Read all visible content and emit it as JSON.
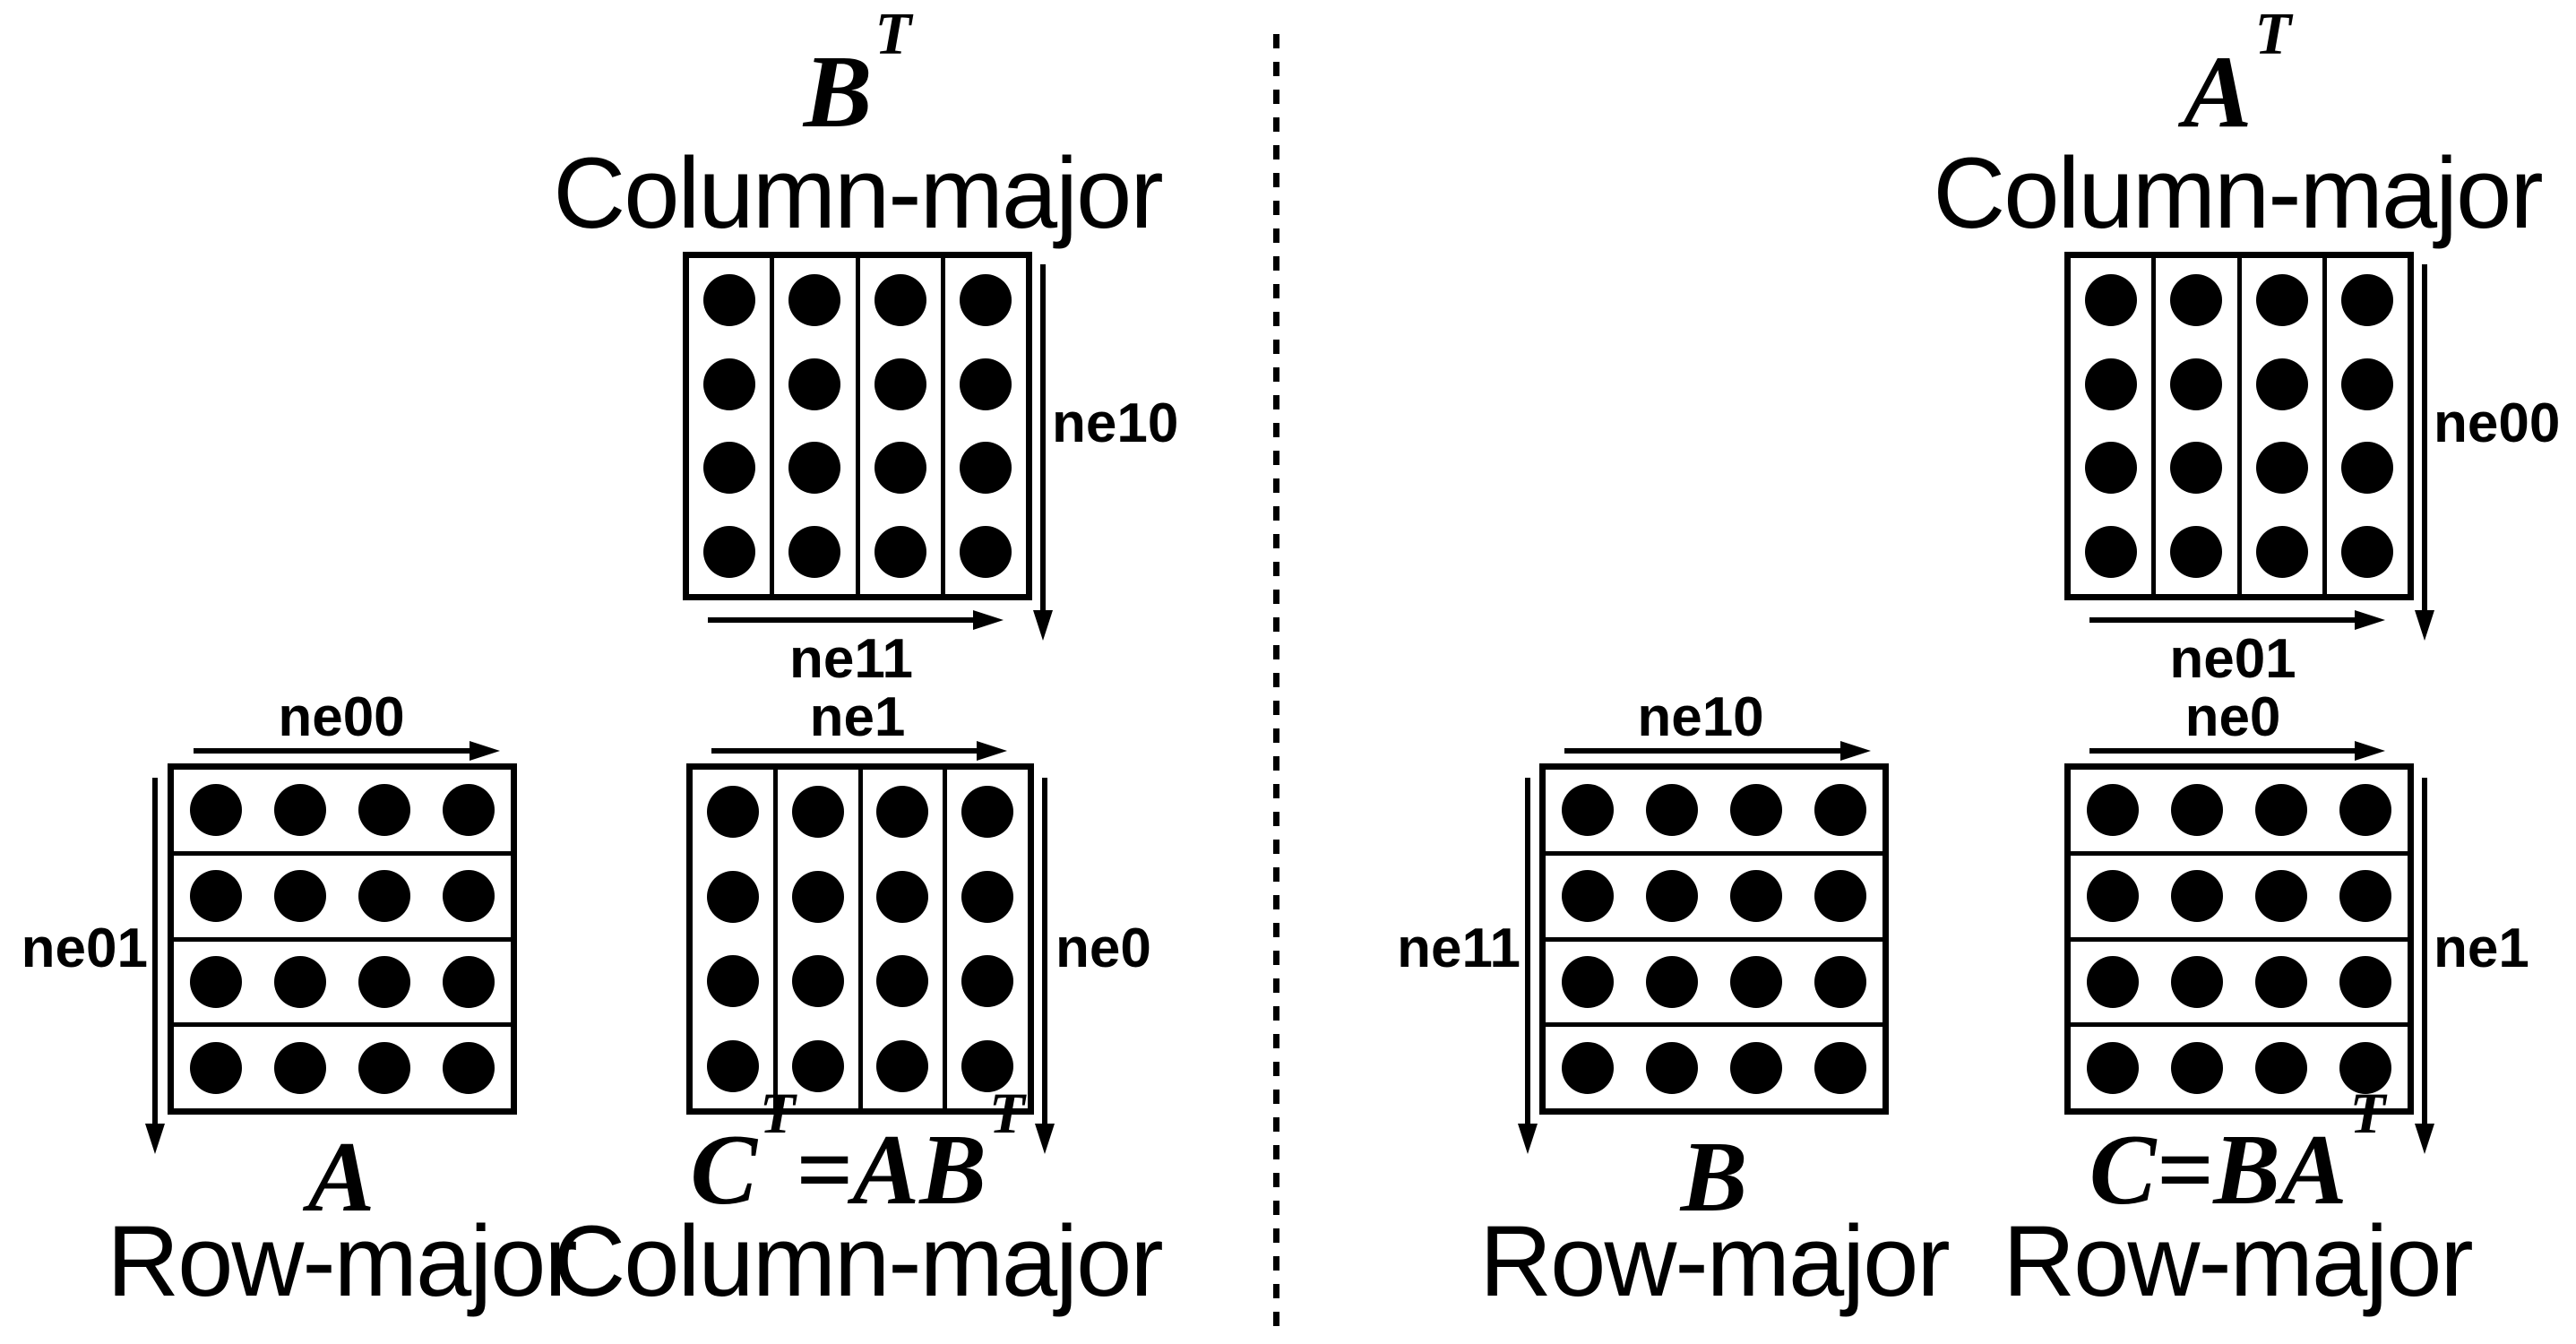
{
  "colors": {
    "ink": "#000000",
    "background": "#ffffff"
  },
  "divider": {
    "kind": "vertical-dashed-line"
  },
  "left_section": {
    "b_transposed": {
      "title_eq": [
        {
          "text": "B"
        },
        {
          "sup": "T"
        }
      ],
      "layout_label": "Column-major",
      "matrix": {
        "orientation": "column",
        "cells": 4,
        "dots_per_cell": 4
      },
      "vertical_axis_label": "ne10",
      "horizontal_axis_label": "ne11"
    },
    "a": {
      "horizontal_axis_label": "ne00",
      "vertical_axis_label": "ne01",
      "matrix": {
        "orientation": "row",
        "cells": 4,
        "dots_per_cell": 4
      },
      "title_eq": [
        {
          "text": "A"
        }
      ],
      "layout_label": "Row-major"
    },
    "c_transposed": {
      "horizontal_axis_label": "ne1",
      "vertical_axis_label": "ne0",
      "matrix": {
        "orientation": "column",
        "cells": 4,
        "dots_per_cell": 4
      },
      "title_eq": [
        {
          "text": "C"
        },
        {
          "sup": "T"
        },
        {
          "text": "=AB"
        },
        {
          "sup": "T"
        }
      ],
      "layout_label": "Column-major"
    }
  },
  "right_section": {
    "a_transposed": {
      "title_eq": [
        {
          "text": "A"
        },
        {
          "sup": "T"
        }
      ],
      "layout_label": "Column-major",
      "matrix": {
        "orientation": "column",
        "cells": 4,
        "dots_per_cell": 4
      },
      "vertical_axis_label": "ne00",
      "horizontal_axis_label": "ne01"
    },
    "b": {
      "horizontal_axis_label": "ne10",
      "vertical_axis_label": "ne11",
      "matrix": {
        "orientation": "row",
        "cells": 4,
        "dots_per_cell": 4
      },
      "title_eq": [
        {
          "text": "B"
        }
      ],
      "layout_label": "Row-major"
    },
    "c": {
      "horizontal_axis_label": "ne0",
      "vertical_axis_label": "ne1",
      "matrix": {
        "orientation": "row",
        "cells": 4,
        "dots_per_cell": 4
      },
      "title_eq": [
        {
          "text": "C=BA"
        },
        {
          "sup": "T"
        }
      ],
      "layout_label": "Row-major"
    }
  }
}
